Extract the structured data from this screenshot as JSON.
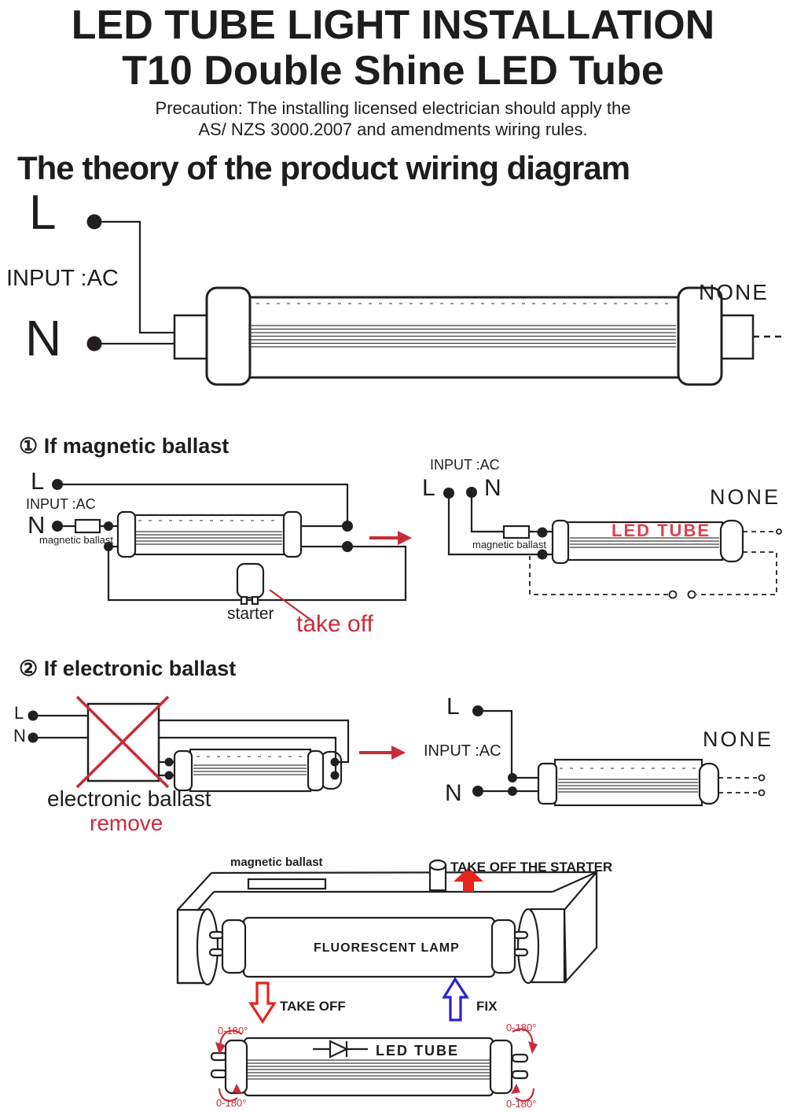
{
  "colors": {
    "line_black": "#231f20",
    "label_red": "#c92b38",
    "tube_text_red": "#e0404d",
    "arrow_red": "#e8231a",
    "arrow_blue": "#2b23cc"
  },
  "header": {
    "title_line1": "LED TUBE LIGHT INSTALLATION",
    "title_line2": "T10 Double Shine LED Tube",
    "precaution_line1": "Precaution: The installing licensed electrician should apply the",
    "precaution_line2": "AS/ NZS 3000.2007 and amendments wiring rules.",
    "section_heading": "The theory of the product wiring diagram"
  },
  "main_diagram": {
    "l_label": "L",
    "input_label": "INPUT :AC",
    "n_label": "N",
    "none_label": "NONE"
  },
  "magnetic_ballast_section": {
    "heading": "① If magnetic ballast",
    "left": {
      "l_label": "L",
      "input_label": "INPUT :AC",
      "n_label": "N",
      "ballast_label": "magnetic ballast",
      "starter_label": "starter",
      "take_off_label": "take off"
    },
    "right": {
      "input_label": "INPUT :AC",
      "l_label": "L",
      "n_label": "N",
      "ballast_label": "magnetic ballast",
      "led_tube_label": "LED TUBE",
      "none_label": "NONE"
    }
  },
  "electronic_ballast_section": {
    "heading": "② If electronic ballast",
    "left": {
      "l_label": "L",
      "n_label": "N",
      "ballast_label": "electronic ballast",
      "remove_label": "remove"
    },
    "right": {
      "l_label": "L",
      "input_label": "INPUT :AC",
      "n_label": "N",
      "none_label": "NONE"
    }
  },
  "installation_diagram": {
    "ballast_label": "magnetic ballast",
    "starter_instruction": "TAKE OFF THE STARTER",
    "lamp_label": "FLUORESCENT LAMP",
    "take_off_label": "TAKE OFF",
    "fix_label": "FIX",
    "led_tube_label": "LED TUBE",
    "rotation_label": "0-180°"
  }
}
